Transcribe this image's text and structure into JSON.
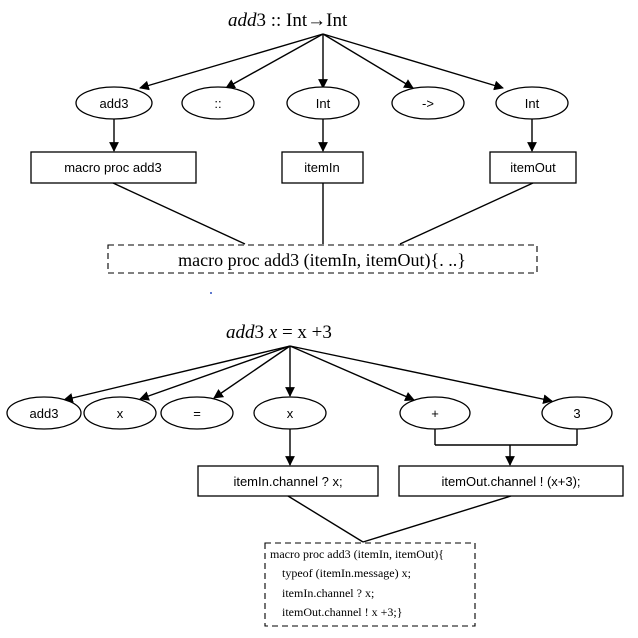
{
  "top": {
    "title_fn": "add",
    "title_num": "3",
    "title_rest": " :: Int→Int",
    "tokens": [
      "add3",
      "::",
      "Int",
      "->",
      "Int"
    ],
    "boxes": [
      "macro proc add3",
      "itemIn",
      "itemOut"
    ],
    "result": "macro proc add3 (itemIn, itemOut){. ..}"
  },
  "bottom": {
    "title_fn": "add",
    "title_num": "3",
    "title_x": "x",
    "title_rest": " = x +3",
    "tokens": [
      "add3",
      "x",
      "=",
      "x",
      "+",
      "3"
    ],
    "boxes": [
      "itemIn.channel ? x;",
      "itemOut.channel ! (x+3);"
    ],
    "result_lines": [
      "macro proc add3 (itemIn, itemOut){",
      "typeof (itemIn.message) x;",
      "itemIn.channel ? x;",
      "itemOut.channel ! x +3;}"
    ]
  }
}
